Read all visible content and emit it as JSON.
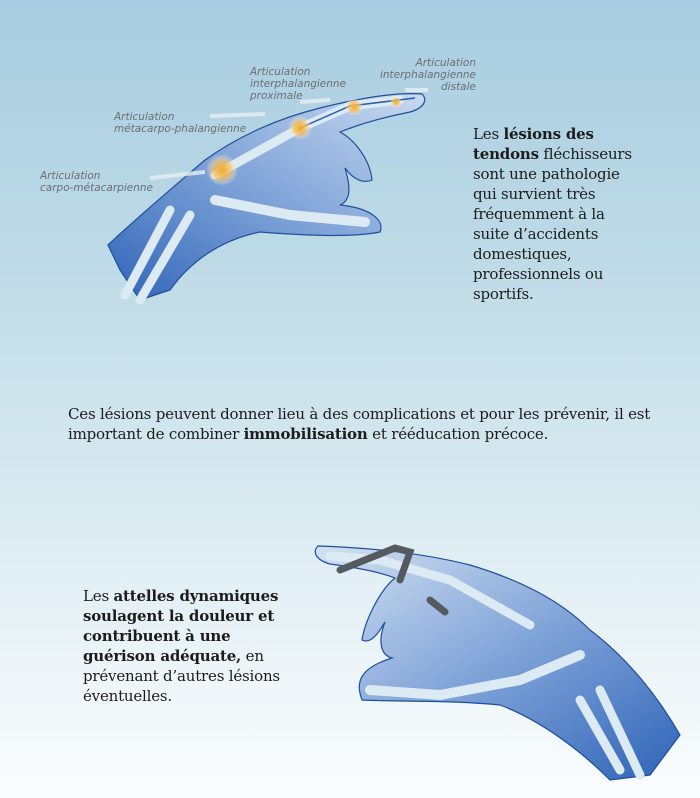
{
  "top_illustration": {
    "labels": {
      "cmc": [
        "Articulation",
        "carpo-métacarpienne"
      ],
      "mcp": [
        "Articulation",
        "métacarpo-phalangienne"
      ],
      "ipp": [
        "Articulation",
        "interphalangienne",
        "proximale"
      ],
      "ipd": [
        "Articulation",
        "interphalangienne",
        "distale"
      ]
    }
  },
  "intro": {
    "p1": "Les ",
    "b1": "lésions des tendons",
    "p2": " fléchisseurs sont une pathologie qui survient très fréquemment à la suite d’accidents domestiques, professionnels ou sportifs."
  },
  "middle": {
    "p1": "Ces lésions peuvent donner lieu à des complications et pour les prévenir, il est important de combiner ",
    "b1": "immobilisation",
    "p2": " et rééducation précoce."
  },
  "bottom": {
    "p1": "Les ",
    "b1": "attelles dynamiques soulagent la douleur et contribuent à une guérison adéquate,",
    "p2": " en prévenant d’autres lésions éventuelles."
  },
  "colors": {
    "skin": "#5b86c8",
    "bone": "#dbeaf3",
    "joint": "#f5a623",
    "splint": "#555a60"
  }
}
